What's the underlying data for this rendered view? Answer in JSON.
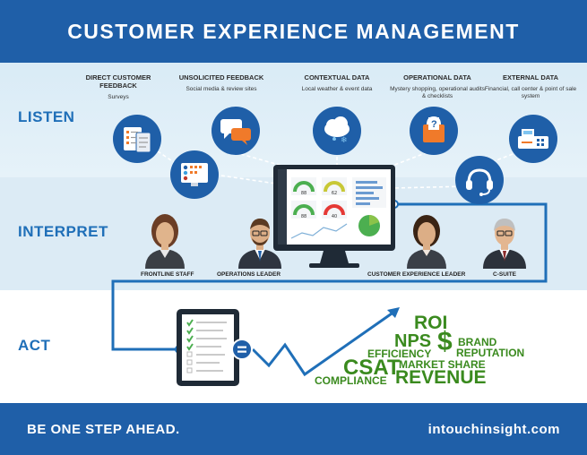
{
  "header": {
    "title": "CUSTOMER EXPERIENCE MANAGEMENT"
  },
  "rows": {
    "listen": "LISTEN",
    "interpret": "INTERPRET",
    "act": "ACT"
  },
  "sources": [
    {
      "title": "DIRECT CUSTOMER FEEDBACK",
      "desc": "Surveys",
      "icon": "survey-devices-icon"
    },
    {
      "title": "UNSOLICITED FEEDBACK",
      "desc": "Social media & review sites",
      "icon": "speech-bubbles-icon"
    },
    {
      "title": "CONTEXTUAL DATA",
      "desc": "Local weather & event data",
      "icon": "weather-cloud-icon"
    },
    {
      "title": "OPERATIONAL DATA",
      "desc": "Mystery shopping, operational audits & checklists",
      "icon": "shopping-bag-icon"
    },
    {
      "title": "EXTERNAL DATA",
      "desc": "Financial, call center & point of sale system",
      "icon": "cash-register-icon"
    }
  ],
  "people": [
    {
      "label": "FRONTLINE STAFF",
      "icon": "frontline-staff-avatar-icon"
    },
    {
      "label": "OPERATIONS LEADER",
      "icon": "operations-leader-avatar-icon"
    },
    {
      "label": "CUSTOMER EXPERIENCE LEADER",
      "icon": "cx-leader-avatar-icon"
    },
    {
      "label": "C-SUITE",
      "icon": "c-suite-avatar-icon"
    }
  ],
  "dashboard": {
    "gauges": [
      "88",
      "62",
      "88",
      "40"
    ]
  },
  "outcomes": {
    "roi": "ROI",
    "nps": "NPS",
    "dollar": "$",
    "brand": "BRAND",
    "reputation": "REPUTATION",
    "efficiency": "EFFICIENCY",
    "csat": "CSAT",
    "market_share": "MARKET SHARE",
    "compliance": "COMPLIANCE",
    "revenue": "REVENUE"
  },
  "colors": {
    "brand_blue": "#1f5fa8",
    "label_blue": "#1f6fb8",
    "outcome_green": "#3a8a1e",
    "accent_orange": "#f07a2a"
  },
  "footer": {
    "tagline": "BE ONE STEP AHEAD.",
    "url": "intouchinsight.com"
  }
}
